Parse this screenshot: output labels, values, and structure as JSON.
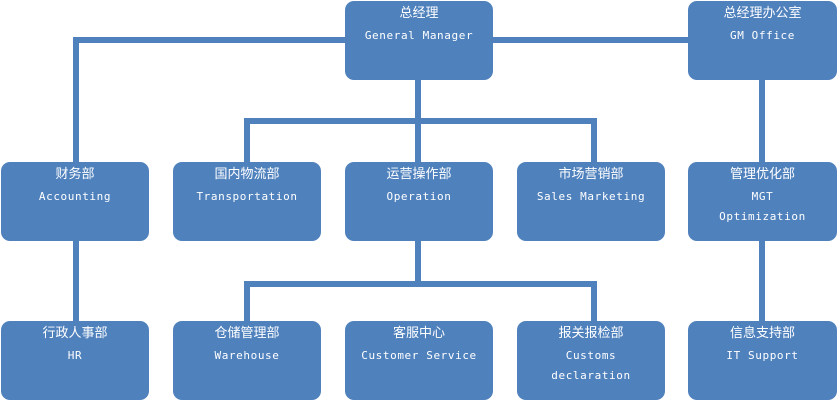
{
  "org": {
    "gm": {
      "cn": "总经理",
      "en": "General Manager"
    },
    "gmo": {
      "cn": "总经理办公室",
      "en": "GM Office"
    },
    "acc": {
      "cn": "财务部",
      "en": "Accounting"
    },
    "trans": {
      "cn": "国内物流部",
      "en": "Transportation"
    },
    "ops": {
      "cn": "运营操作部",
      "en": "Operation"
    },
    "sales": {
      "cn": "市场营销部",
      "en": "Sales Marketing"
    },
    "mgt": {
      "cn": "管理优化部",
      "en": "MGT",
      "en2": "Optimization"
    },
    "hr": {
      "cn": "行政人事部",
      "en": "HR"
    },
    "wh": {
      "cn": "仓储管理部",
      "en": "Warehouse"
    },
    "cs": {
      "cn": "客服中心",
      "en": "Customer Service"
    },
    "cust": {
      "cn": "报关报检部",
      "en": "Customs",
      "en2": "declaration"
    },
    "it": {
      "cn": "信息支持部",
      "en": "IT Support"
    }
  }
}
